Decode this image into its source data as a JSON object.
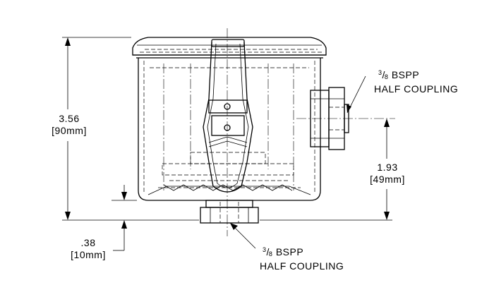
{
  "dimensions": {
    "height_total": {
      "value": "3.56",
      "metric": "[90mm]"
    },
    "coupling_height": {
      "value": "1.93",
      "metric": "[49mm]"
    },
    "bottom_coupling": {
      "value": ".38",
      "metric": "[10mm]"
    }
  },
  "callouts": {
    "side_coupling": {
      "frac_num": "3",
      "frac_den": "8",
      "thread": "BSPP",
      "name": "HALF COUPLING"
    },
    "bottom_coupling": {
      "frac_num": "3",
      "frac_den": "8",
      "thread": "BSPP",
      "name": "HALF COUPLING"
    }
  }
}
